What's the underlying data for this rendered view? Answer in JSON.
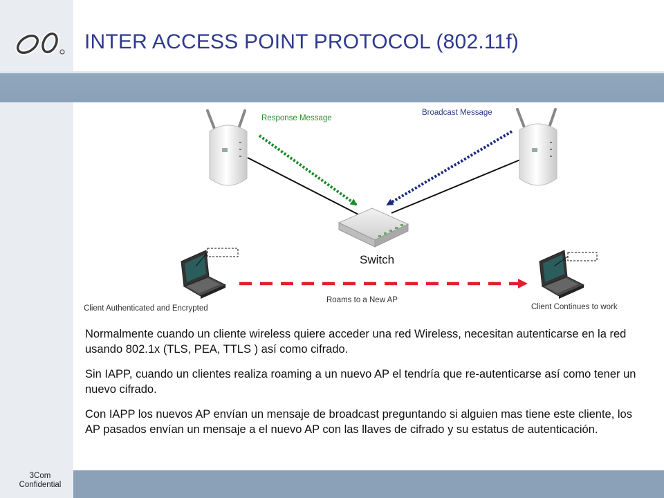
{
  "slide": {
    "title": "INTER ACCESS POINT PROTOCOL (802.11f)",
    "footer": {
      "company": "3Com",
      "classification": "Confidential"
    },
    "logo": {
      "icon": "3com-logo-icon"
    }
  },
  "diagram": {
    "labels": {
      "response": "Response  Message",
      "broadcast": "Broadcast Message",
      "switch": "Switch",
      "roams": "Roams to a New AP",
      "client_left": "Client  Authenticated and Encrypted",
      "client_right": "Client  Continues to work"
    },
    "colors": {
      "response_arrow": "#1e8a2c",
      "broadcast_arrow": "#1a2a80",
      "roam_arrow": "#e02030",
      "response_label": "#2e8b2e",
      "broadcast_label": "#2e3a8c"
    },
    "icons": {
      "access_point": "wireless-access-point-icon",
      "switch": "network-switch-icon",
      "laptop": "laptop-icon"
    }
  },
  "body": {
    "paragraphs": [
      "Normalmente cuando un cliente wireless quiere acceder una red Wireless, necesitan autenticarse en la red usando 802.1x (TLS, PEA, TTLS ) así como  cifrado.",
      "Sin IAPP, cuando un clientes realiza roaming a un nuevo AP el tendría que re-autenticarse  así como tener un nuevo cifrado.",
      "Con IAPP los nuevos AP envían un mensaje de broadcast preguntando si alguien mas tiene este cliente, los AP pasados envían un mensaje a el nuevo AP con las llaves de cifrado y su estatus de autenticación."
    ]
  }
}
